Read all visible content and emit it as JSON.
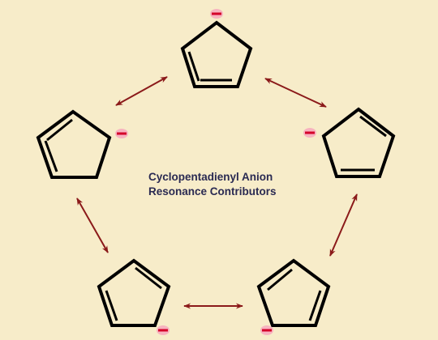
{
  "caption": {
    "line1": "Cyclopentadienyl Anion",
    "line2": "Resonance Contributors"
  },
  "charge_symbol": "−",
  "colors": {
    "background": "#f7ecc9",
    "ring_stroke": "#000000",
    "arrow": "#8b1a1a",
    "charge_fill": "#f7b3bf",
    "charge_line": "#d4002a"
  },
  "structures": [
    {
      "name": "top",
      "charge_vertex": "top-apex",
      "double_bonds": [
        "left-lower",
        "bottom-left"
      ]
    },
    {
      "name": "upper-right",
      "charge_vertex": "left-corner",
      "double_bonds": [
        "right-upper",
        "bottom-right"
      ]
    },
    {
      "name": "lower-right",
      "charge_vertex": "bottom-left",
      "double_bonds": [
        "top-left",
        "right-lower"
      ]
    },
    {
      "name": "lower-left",
      "charge_vertex": "bottom-right",
      "double_bonds": [
        "top-right",
        "left-lower"
      ]
    },
    {
      "name": "upper-left",
      "charge_vertex": "right-corner",
      "double_bonds": [
        "top-left",
        "left-lower"
      ]
    }
  ],
  "arrows": [
    {
      "between": [
        "upper-left",
        "top"
      ]
    },
    {
      "between": [
        "top",
        "upper-right"
      ]
    },
    {
      "between": [
        "upper-right",
        "lower-right"
      ]
    },
    {
      "between": [
        "lower-right",
        "lower-left"
      ]
    },
    {
      "between": [
        "lower-left",
        "upper-left"
      ]
    }
  ]
}
